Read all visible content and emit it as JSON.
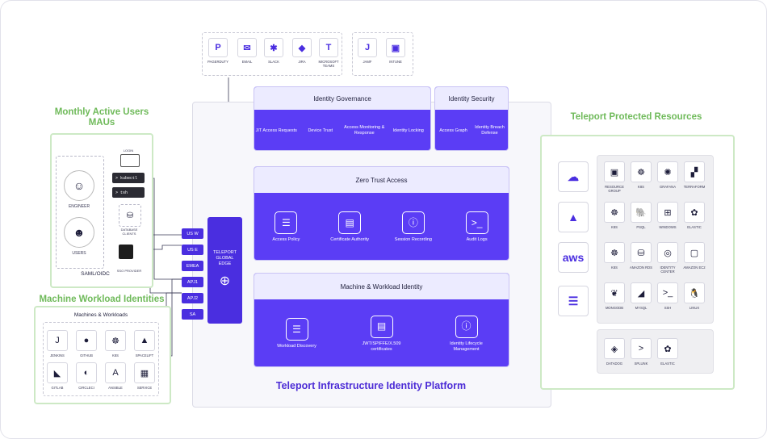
{
  "notifications": [
    {
      "label": "PAGERDUTY",
      "icon": "pagerduty-icon",
      "glyph": "P"
    },
    {
      "label": "EMAIL",
      "icon": "email-icon",
      "glyph": "✉"
    },
    {
      "label": "SLACK",
      "icon": "slack-icon",
      "glyph": "✱"
    },
    {
      "label": "JIRA",
      "icon": "jira-icon",
      "glyph": "◆"
    },
    {
      "label": "MICROSOFT TEAMS",
      "icon": "teams-icon",
      "glyph": "T"
    },
    {
      "label": "JAMF",
      "icon": "jamf-icon",
      "glyph": "J"
    },
    {
      "label": "INTUNE",
      "icon": "intune-icon",
      "glyph": "▣"
    }
  ],
  "governance": {
    "title": "Identity Governance",
    "items": [
      "JIT Access Requests",
      "Device Trust",
      "Access Monitoring & Response",
      "Identity Locking"
    ]
  },
  "security": {
    "title": "Identity Security",
    "items": [
      "Access Graph",
      "Identity Breach Defense"
    ]
  },
  "zero_trust": {
    "title": "Zero Trust Access",
    "items": [
      {
        "label": "Access Policy",
        "icon": "list-icon",
        "glyph": "☰"
      },
      {
        "label": "Certificate Authority",
        "icon": "certificate-icon",
        "glyph": "▤"
      },
      {
        "label": "Session Recording",
        "icon": "info-icon",
        "glyph": "ⓘ"
      },
      {
        "label": "Audit Logs",
        "icon": "terminal-icon",
        "glyph": ">_"
      }
    ]
  },
  "machine": {
    "title": "Machine & Workload Identity",
    "items": [
      {
        "label": "Workload Discovery",
        "icon": "list-icon",
        "glyph": "☰"
      },
      {
        "label": "JWT/SPIFFE/X.509 certificates",
        "icon": "certificate-icon",
        "glyph": "▤"
      },
      {
        "label": "Identity Lifecycle Management",
        "icon": "info-icon",
        "glyph": "ⓘ"
      }
    ]
  },
  "platform_title": "Teleport Infrastructure Identity Platform",
  "regions": [
    "US W",
    "US E",
    "EMEA",
    "APJ1",
    "APJ2",
    "SA"
  ],
  "edge_label": "TELEPORT GLOBAL EDGE",
  "users": {
    "title_line1": "Monthly Active Users",
    "title_line2": "MAUs",
    "engineer": "ENGINEER",
    "users": "USERS",
    "saml": "SAML/OIDC",
    "login": "LOGIN",
    "kubectl": "> kubectl",
    "tsh": "> tsh",
    "db_clients": "DATABASE CLIENTS",
    "sso": "SSO PROVIDER"
  },
  "mwi": {
    "title": "Machine Workload Identities",
    "subtitle": "Machines & Workloads",
    "items": [
      {
        "label": "JENKINS",
        "icon": "jenkins-icon",
        "glyph": "J"
      },
      {
        "label": "GITHUB",
        "icon": "github-icon",
        "glyph": "●"
      },
      {
        "label": "K8S",
        "icon": "kubernetes-icon",
        "glyph": "☸"
      },
      {
        "label": "SPACELIFT",
        "icon": "spacelift-icon",
        "glyph": "▲"
      },
      {
        "label": "GITLAB",
        "icon": "gitlab-icon",
        "glyph": "◣"
      },
      {
        "label": "CIRCLECI",
        "icon": "circleci-icon",
        "glyph": "◐"
      },
      {
        "label": "ANSIBLE",
        "icon": "ansible-icon",
        "glyph": "A"
      },
      {
        "label": "SERVICE",
        "icon": "service-icon",
        "glyph": "▦"
      }
    ]
  },
  "resources": {
    "title": "Teleport Protected Resources",
    "clouds": [
      {
        "icon": "gcp-icon",
        "glyph": "☁"
      },
      {
        "icon": "azure-icon",
        "glyph": "▲"
      },
      {
        "icon": "aws-icon",
        "glyph": "aws"
      },
      {
        "icon": "server-icon",
        "glyph": "☰"
      }
    ],
    "grid": [
      {
        "label": "RESOURCE GROUP",
        "icon": "resource-group-icon",
        "glyph": "▣"
      },
      {
        "label": "K8S",
        "icon": "kubernetes-icon",
        "glyph": "☸"
      },
      {
        "label": "GRAFANA",
        "icon": "grafana-icon",
        "glyph": "✺"
      },
      {
        "label": "TERRAFORM",
        "icon": "terraform-icon",
        "glyph": "▞"
      },
      {
        "label": "K8S",
        "icon": "kubernetes-icon",
        "glyph": "☸"
      },
      {
        "label": "PSQL",
        "icon": "postgres-icon",
        "glyph": "🐘"
      },
      {
        "label": "WINDOWS",
        "icon": "windows-icon",
        "glyph": "⊞"
      },
      {
        "label": "ELASTIC",
        "icon": "elastic-icon",
        "glyph": "✿"
      },
      {
        "label": "K8S",
        "icon": "kubernetes-icon",
        "glyph": "☸"
      },
      {
        "label": "AMAZON RDS",
        "icon": "rds-icon",
        "glyph": "⛁"
      },
      {
        "label": "IDENTITY CENTER",
        "icon": "identity-center-icon",
        "glyph": "◎"
      },
      {
        "label": "AMAZON EC2",
        "icon": "ec2-icon",
        "glyph": "▢"
      },
      {
        "label": "MONGODB",
        "icon": "mongodb-icon",
        "glyph": "❦"
      },
      {
        "label": "MYSQL",
        "icon": "mysql-icon",
        "glyph": "◢"
      },
      {
        "label": "SSH",
        "icon": "ssh-icon",
        "glyph": ">_"
      },
      {
        "label": "LINUX",
        "icon": "linux-icon",
        "glyph": "🐧"
      }
    ],
    "grid2": [
      {
        "label": "DATADOG",
        "icon": "datadog-icon",
        "glyph": "◈"
      },
      {
        "label": "SPLUNK",
        "icon": "splunk-icon",
        "glyph": ">"
      },
      {
        "label": "ELASTIC",
        "icon": "elastic-icon",
        "glyph": "✿"
      }
    ]
  },
  "colors": {
    "accent": "#5b3df5",
    "accent_dark": "#4a2ee0",
    "green": "#6fba5a",
    "title_purple": "#4c2cd6"
  }
}
